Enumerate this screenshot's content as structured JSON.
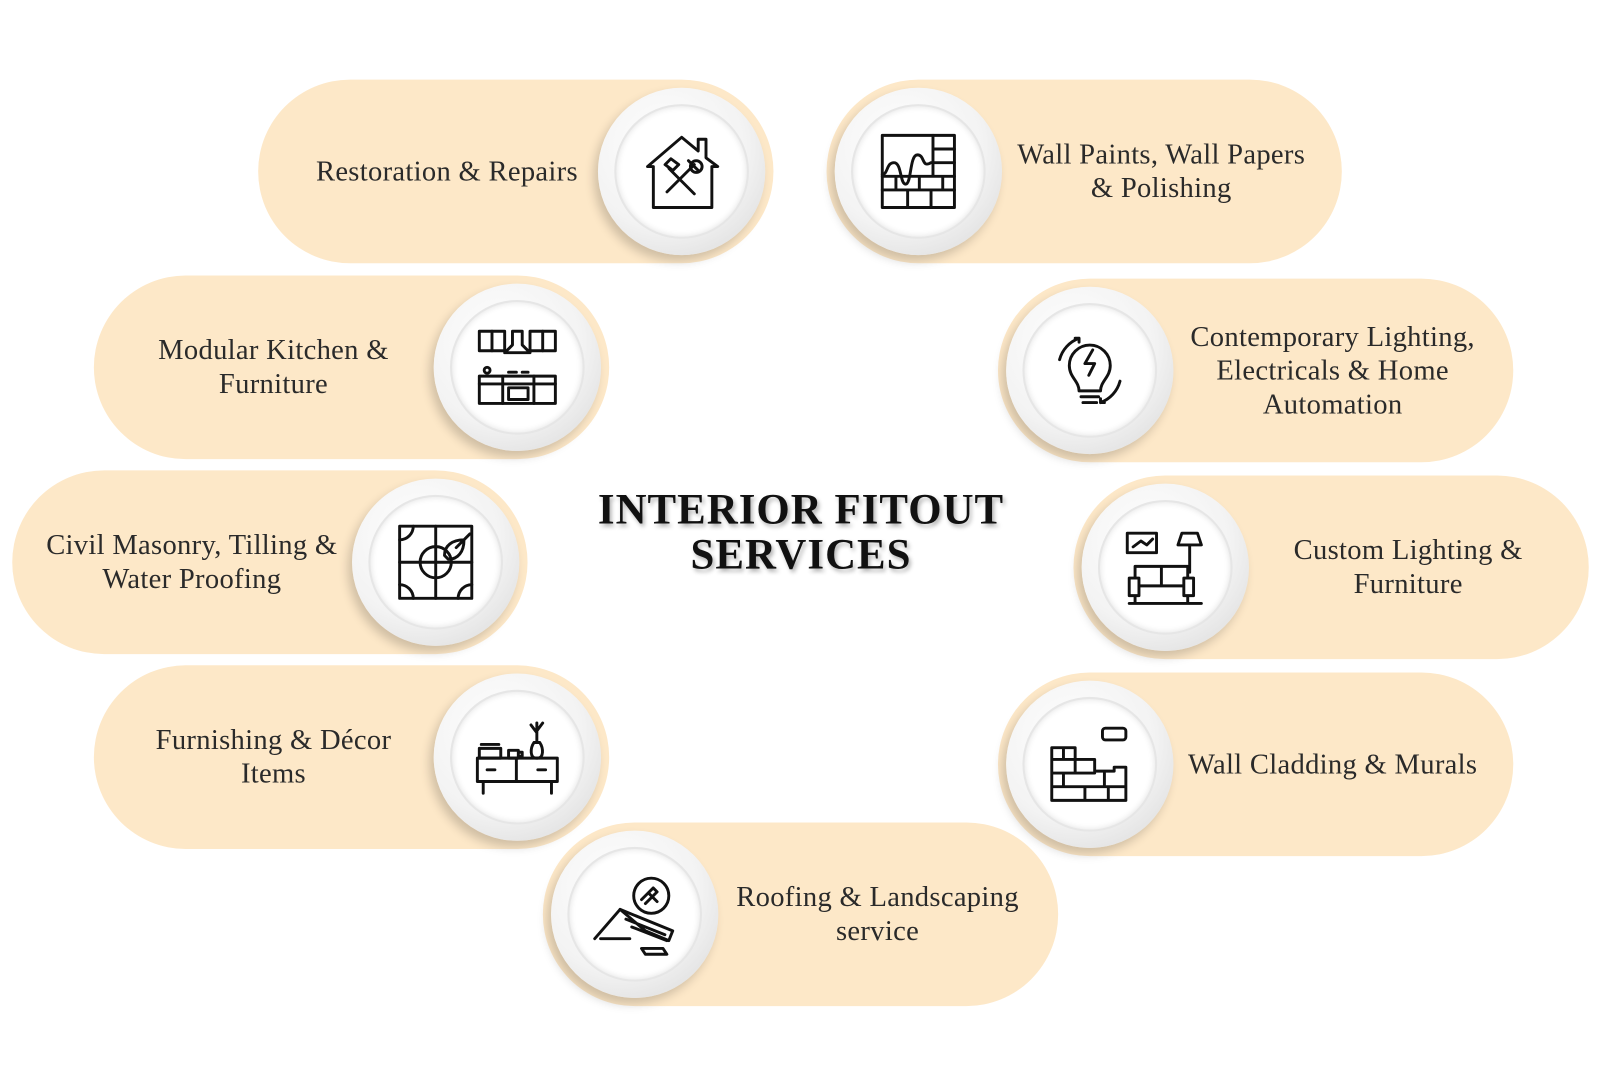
{
  "title_line1": "INTERIOR FITOUT",
  "title_line2": "SERVICES",
  "colors": {
    "pill": "#fde8c8",
    "text": "#2a2a2a"
  },
  "services": [
    {
      "label": "Restoration & Repairs",
      "icon": "house-tools-icon"
    },
    {
      "label": "Wall Paints, Wall Papers & Polishing",
      "icon": "wall-paint-icon"
    },
    {
      "label": "Modular Kitchen & Furniture",
      "icon": "kitchen-icon"
    },
    {
      "label": "Contemporary Lighting, Electricals & Home Automation",
      "icon": "smart-bulb-icon"
    },
    {
      "label": "Civil Masonry, Tilling & Water Proofing",
      "icon": "tiles-icon"
    },
    {
      "label": "Custom Lighting & Furniture",
      "icon": "sofa-lamp-icon"
    },
    {
      "label": "Furnishing & Décor Items",
      "icon": "cabinet-decor-icon"
    },
    {
      "label": "Wall Cladding & Murals",
      "icon": "brick-wall-icon"
    },
    {
      "label": "Roofing & Landscaping service",
      "icon": "roof-hammer-icon"
    }
  ]
}
